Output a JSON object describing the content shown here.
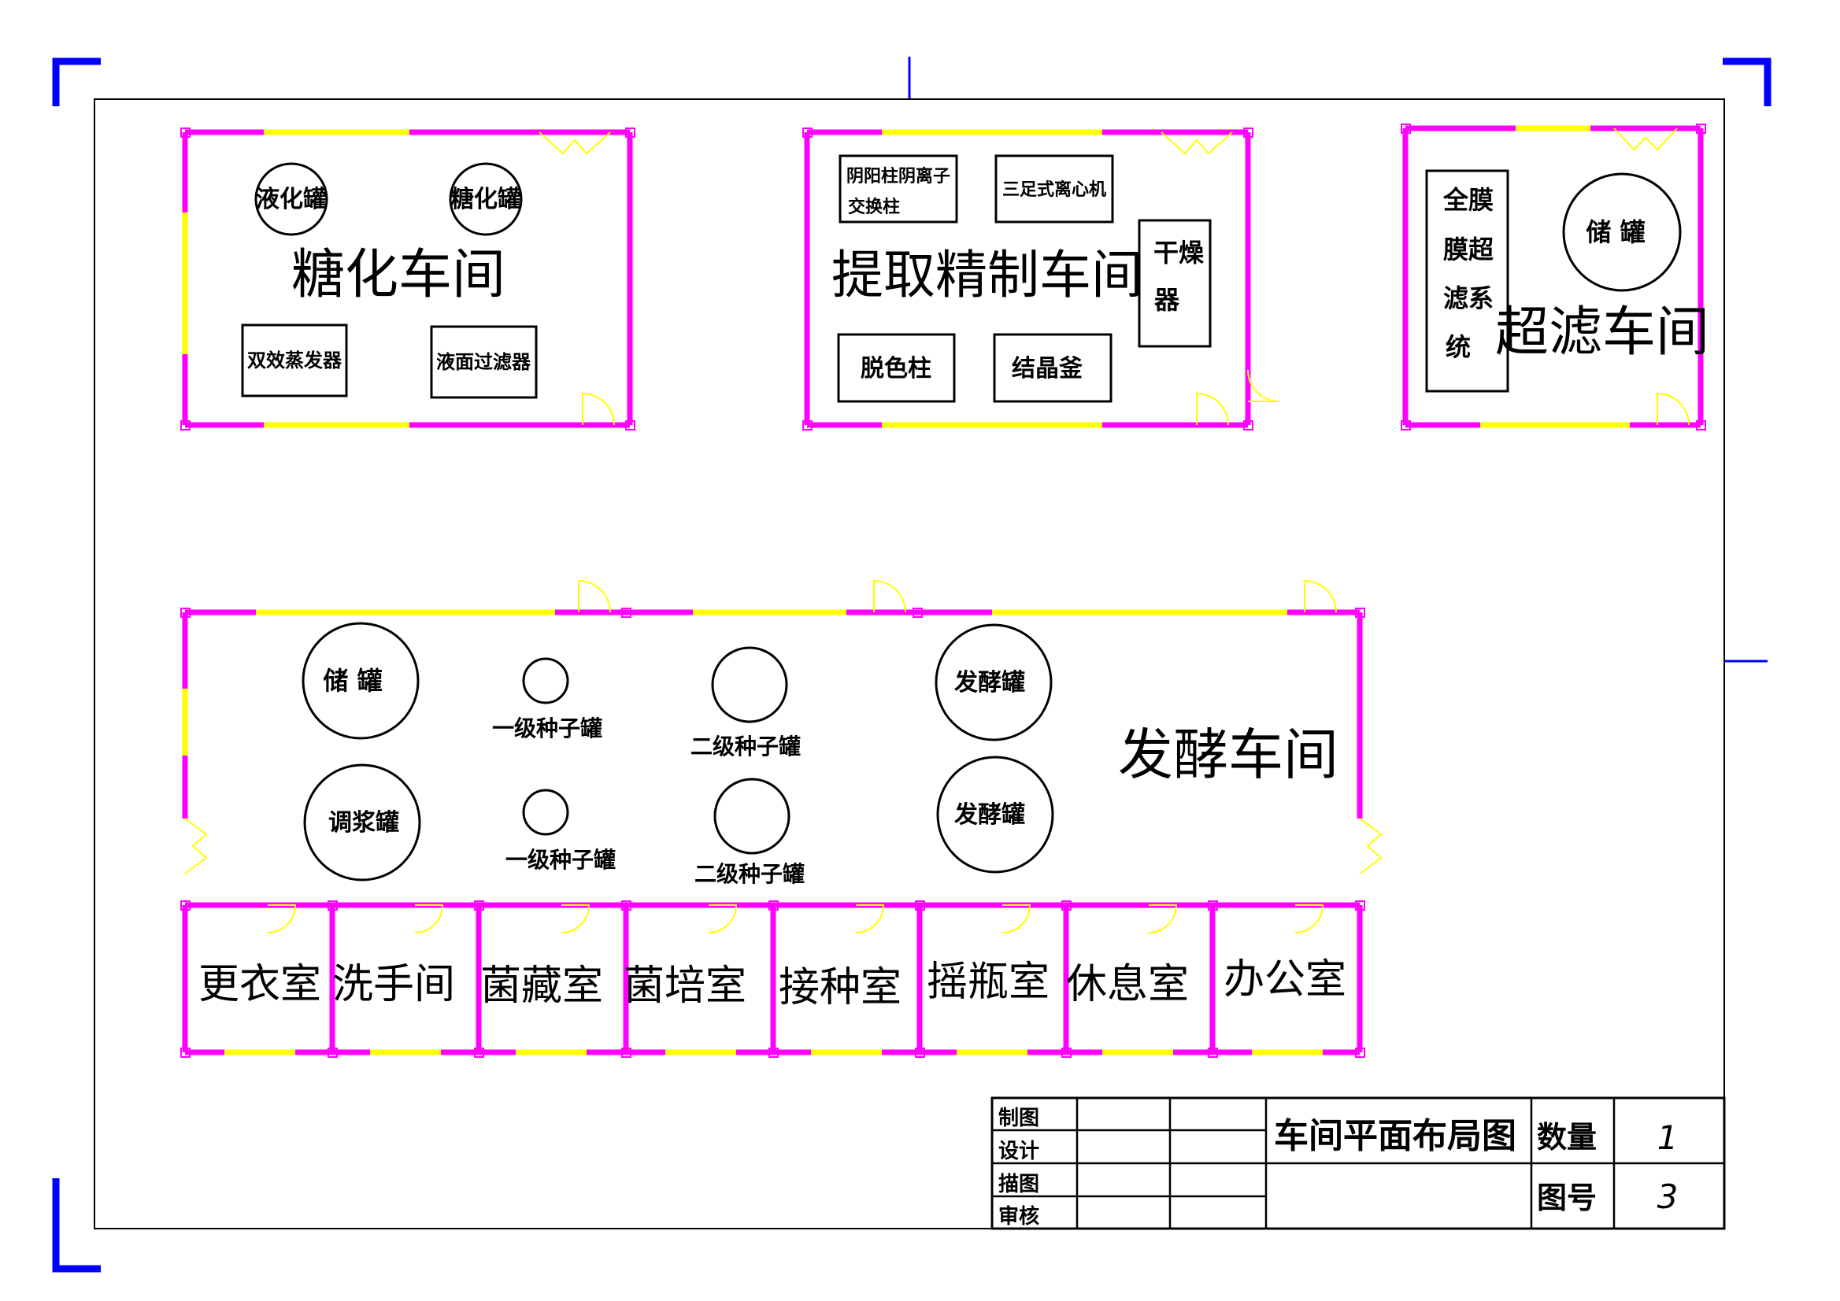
{
  "colors": {
    "wall": "#ff00ff",
    "window": "#ffff00",
    "frame": "#000000",
    "corner_mark": "#0000ff",
    "door": "#ffff00"
  },
  "rooms": {
    "saccharification": {
      "name": "糖化车间",
      "equipment": {
        "liquefaction_tank": "液化罐",
        "saccharification_tank": "糖化罐",
        "double_effect_evaporator": "双效蒸发器",
        "liquid_filter": "液面过滤器"
      }
    },
    "extraction": {
      "name": "提取精制车间",
      "equipment": {
        "ion_exchange_line1": "阴阳柱阴离子",
        "ion_exchange_line2": "交换柱",
        "centrifuge": "三足式离心机",
        "dryer_line1": "干燥",
        "dryer_line2": "器",
        "decolor_column": "脱色柱",
        "crystallizer": "结晶釜"
      }
    },
    "ultrafiltration": {
      "name": "超滤车间",
      "equipment": {
        "membrane_line1": "全膜",
        "membrane_line2": "膜超",
        "membrane_line3": "滤系",
        "membrane_line4": "统",
        "storage_tank": "储 罐"
      }
    },
    "fermentation": {
      "name": "发酵车间",
      "equipment": {
        "storage_tank": "储 罐",
        "mixing_tank": "调浆罐",
        "seed_tank_l1_a": "一级种子罐",
        "seed_tank_l1_b": "一级种子罐",
        "seed_tank_l2_a": "二级种子罐",
        "seed_tank_l2_b": "二级种子罐",
        "fermenter_a": "发酵罐",
        "fermenter_b": "发酵罐"
      }
    },
    "small_rooms": [
      "更衣室",
      "洗手间",
      "菌藏室",
      "菌培室",
      "接种室",
      "摇瓶室",
      "休息室",
      "办公室"
    ]
  },
  "title_block": {
    "row_labels": [
      "制图",
      "设计",
      "描图",
      "审核"
    ],
    "drawing_title": "车间平面布局图",
    "quantity_label": "数量",
    "quantity_value": "1",
    "drawing_no_label": "图号",
    "drawing_no_value": "3"
  }
}
